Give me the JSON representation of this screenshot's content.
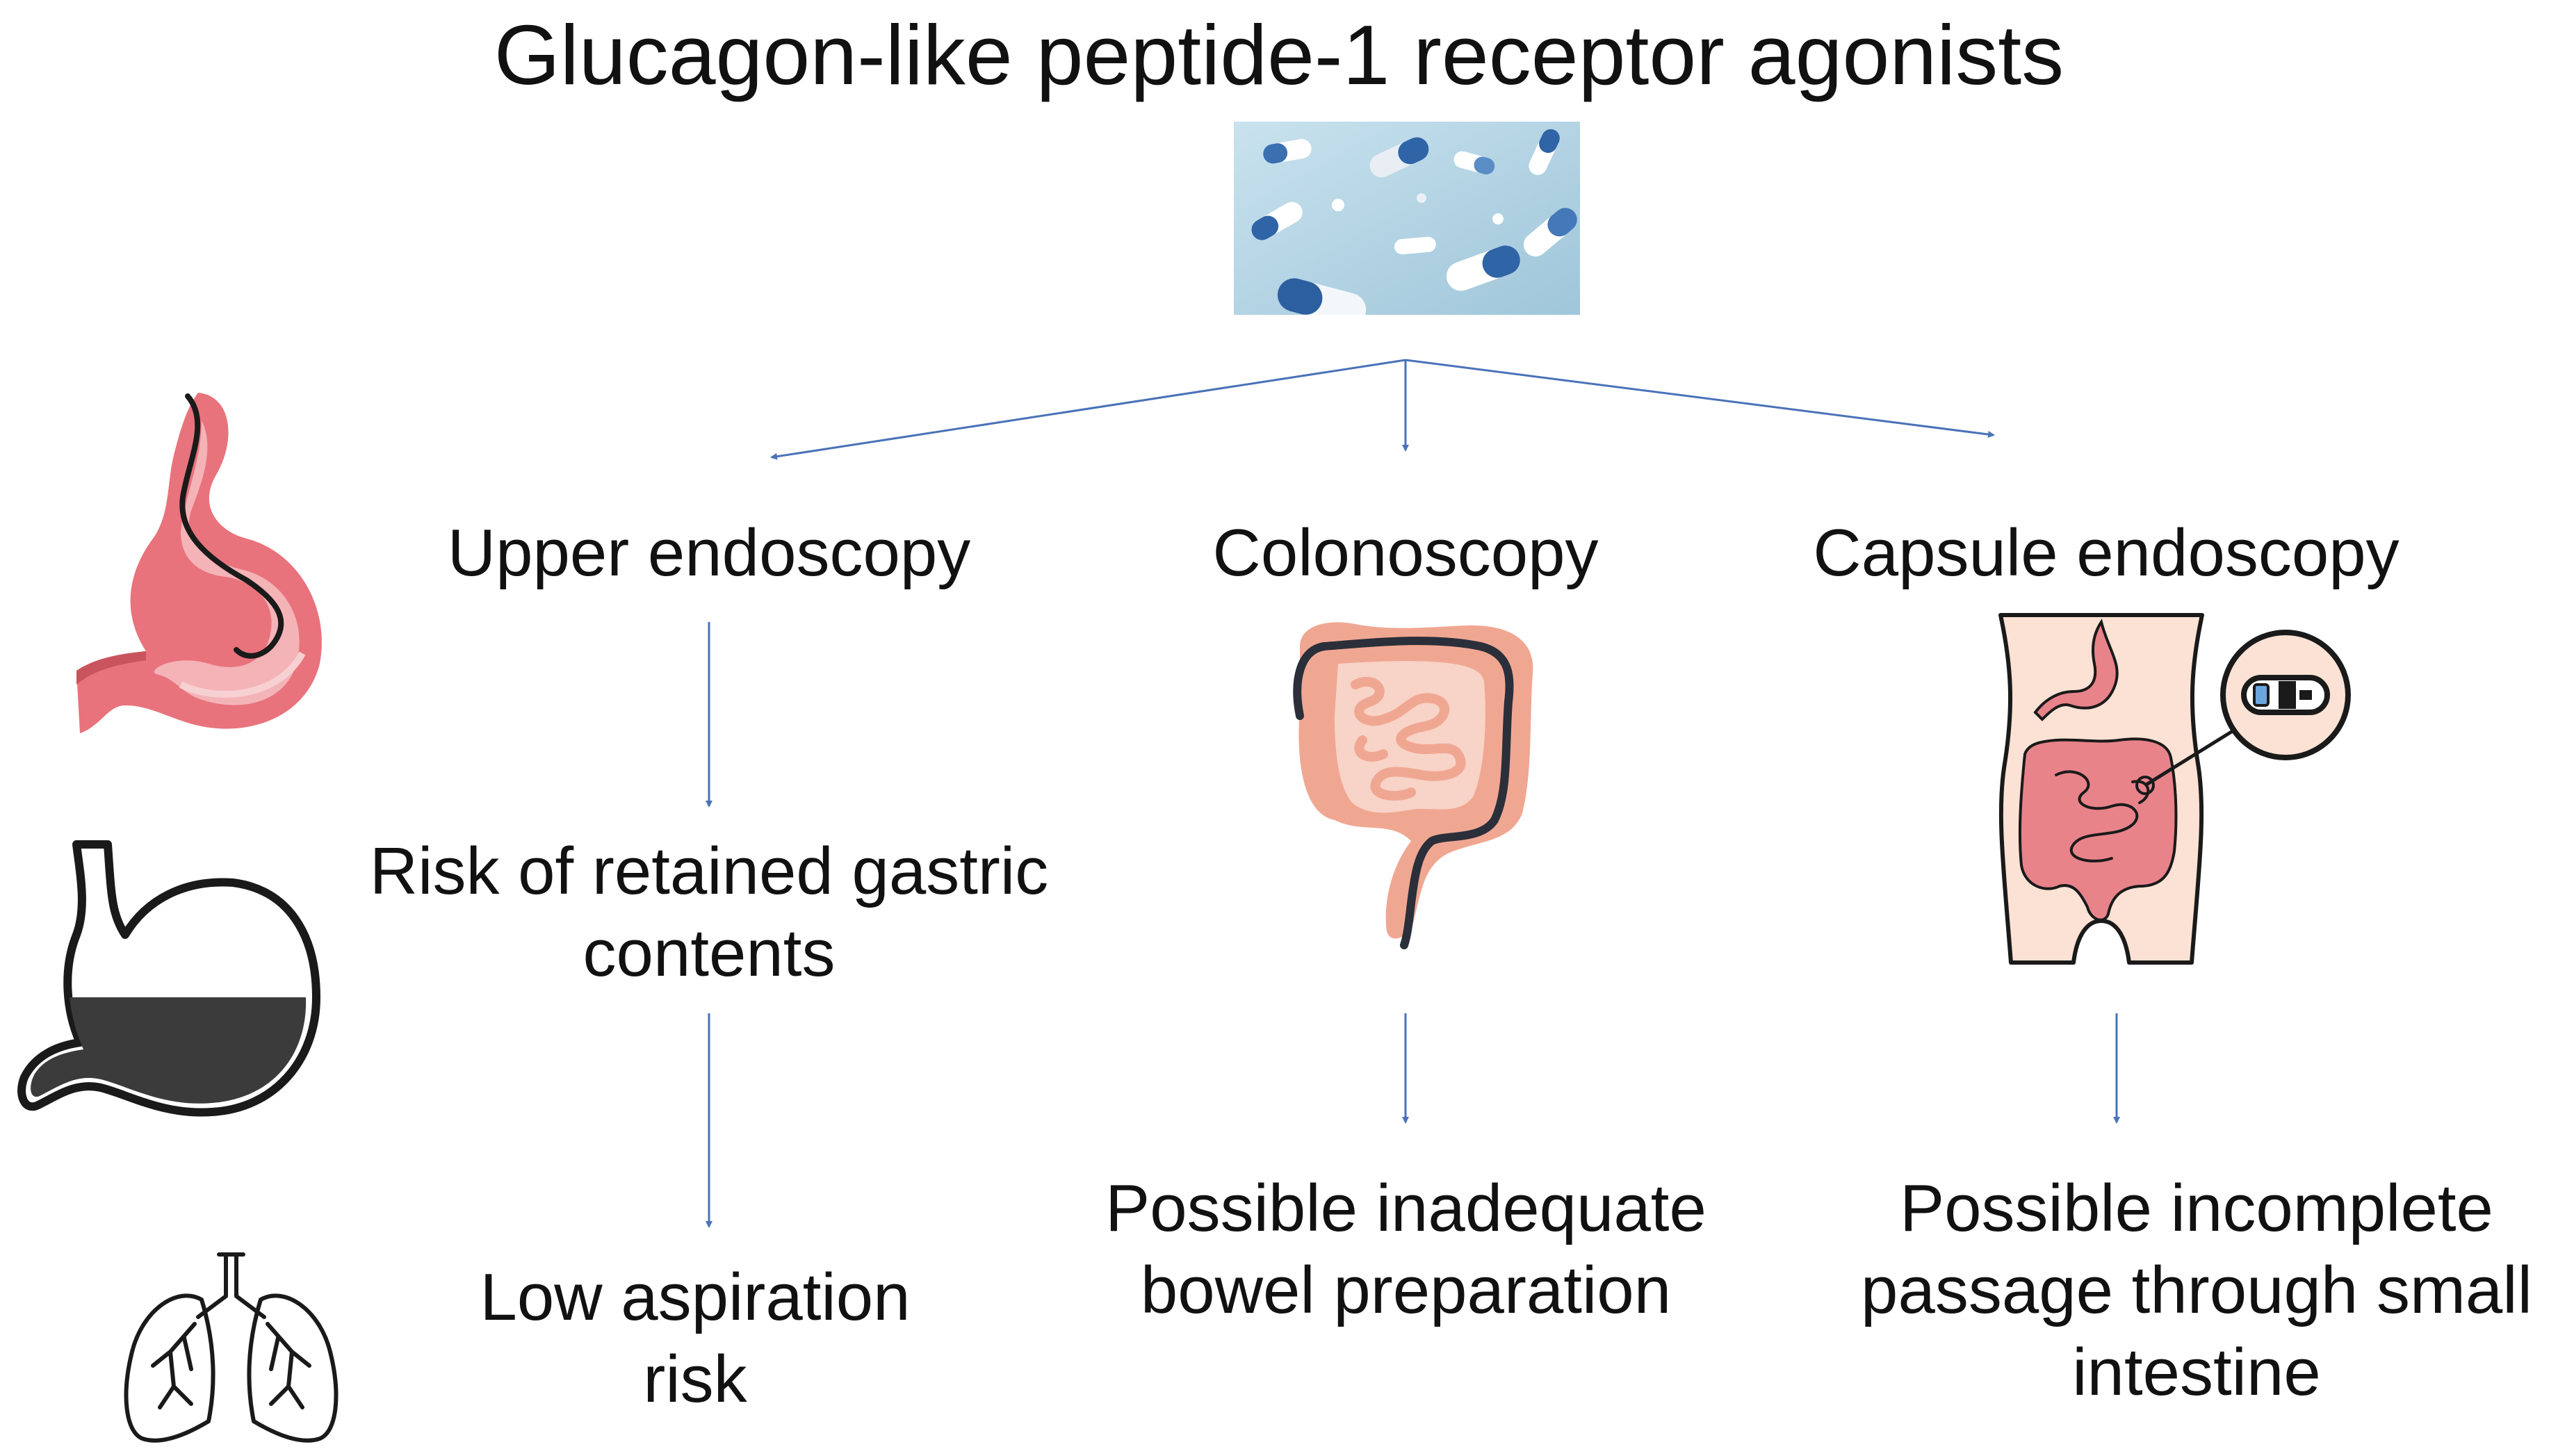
{
  "title": "Glucagon-like peptide-1 receptor agonists",
  "branches": [
    {
      "heading": "Upper endoscopy",
      "steps": [
        "Risk of retained gastric contents",
        "Low aspiration risk"
      ]
    },
    {
      "heading": "Colonoscopy",
      "steps": [
        "Possible inadequate bowel preparation"
      ]
    },
    {
      "heading": "Capsule endoscopy",
      "steps": [
        "Possible incomplete passage through small intestine"
      ]
    }
  ],
  "icons": [
    "pills-image",
    "stomach-endoscope-icon",
    "stomach-retained-contents-icon",
    "lungs-icon",
    "colon-colonoscope-icon",
    "torso-capsule-icon"
  ],
  "colors": {
    "arrow": "#4a72b8",
    "organ_pink": "#e8737c",
    "intestine": "#f0a792",
    "pill_blue": "#3a6fb0"
  }
}
